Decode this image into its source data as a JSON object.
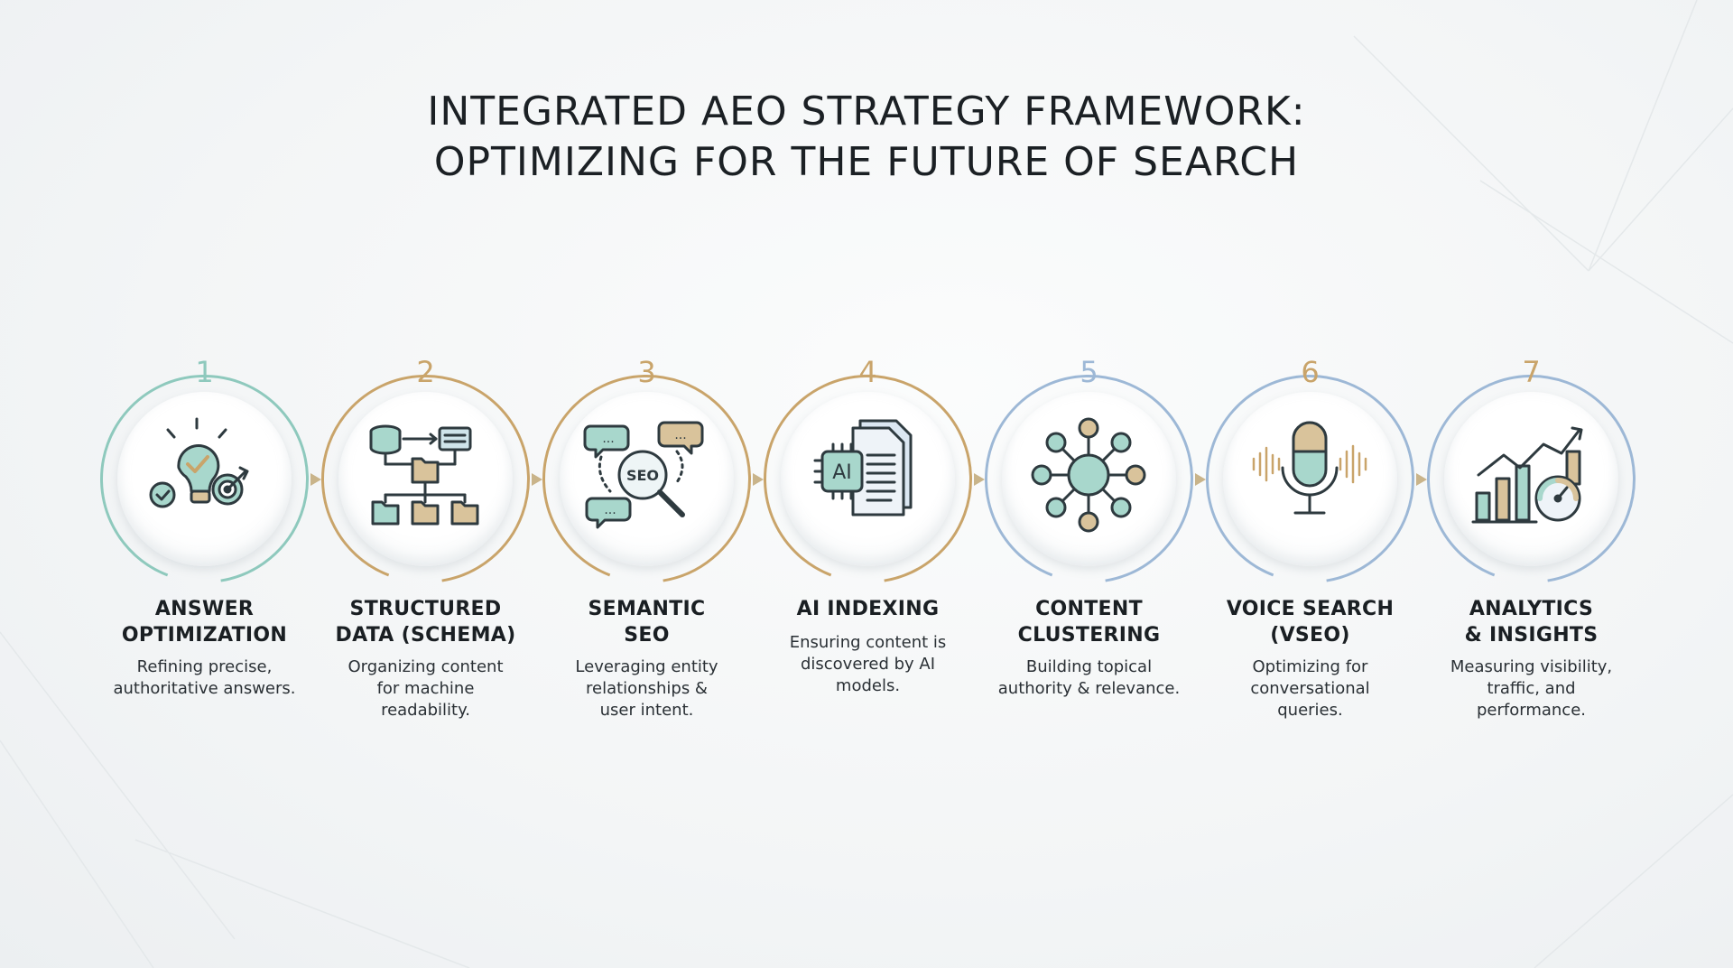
{
  "title": {
    "line1": "INTEGRATED AEO STRATEGY FRAMEWORK:",
    "line2": "OPTIMIZING FOR THE FUTURE OF SEARCH"
  },
  "colors": {
    "teal": "#8ec9bd",
    "gold": "#c9a46a",
    "blue": "#9db8d6",
    "text": "#1b2024"
  },
  "steps": [
    {
      "number": "1",
      "ring_color": "#8ec9bd",
      "icon": "lightbulb-target-icon",
      "label_line1": "ANSWER",
      "label_line2": "OPTIMIZATION",
      "desc_line1": "Refining precise,",
      "desc_line2": "authoritative answers.",
      "desc_line3": ""
    },
    {
      "number": "2",
      "ring_color": "#c9a46a",
      "icon": "schema-hierarchy-icon",
      "label_line1": "STRUCTURED",
      "label_line2": "DATA (SCHEMA)",
      "desc_line1": "Organizing content",
      "desc_line2": "for machine",
      "desc_line3": "readability."
    },
    {
      "number": "3",
      "ring_color": "#c9a46a",
      "icon": "seo-magnifier-icon",
      "label_line1": "SEMANTIC",
      "label_line2": "SEO",
      "desc_line1": "Leveraging entity",
      "desc_line2": "relationships &",
      "desc_line3": "user intent."
    },
    {
      "number": "4",
      "ring_color": "#c9a46a",
      "icon": "ai-document-icon",
      "icon_text": "AI",
      "label_line1": "AI INDEXING",
      "label_line2": "",
      "desc_line1": "Ensuring content is",
      "desc_line2": "discovered by AI",
      "desc_line3": "models."
    },
    {
      "number": "5",
      "ring_color": "#9db8d6",
      "icon": "content-cluster-icon",
      "label_line1": "CONTENT",
      "label_line2": "CLUSTERING",
      "desc_line1": "Building topical",
      "desc_line2": "authority & relevance.",
      "desc_line3": ""
    },
    {
      "number": "6",
      "ring_color": "#9db8d6",
      "icon": "microphone-icon",
      "label_line1": "VOICE SEARCH",
      "label_line2": "(VSEO)",
      "desc_line1": "Optimizing for",
      "desc_line2": "conversational",
      "desc_line3": "queries."
    },
    {
      "number": "7",
      "ring_color": "#c9a46a",
      "icon": "analytics-chart-icon",
      "label_line1": "ANALYTICS",
      "label_line2": "& INSIGHTS",
      "desc_line1": "Measuring visibility,",
      "desc_line2": "traffic, and",
      "desc_line3": "performance."
    }
  ]
}
